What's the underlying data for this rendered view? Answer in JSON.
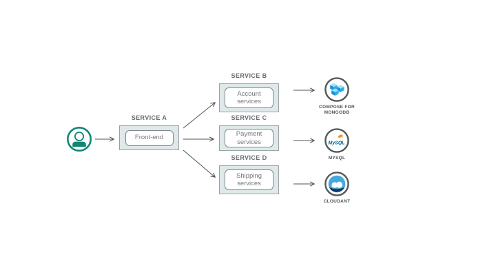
{
  "diagram_type": "microservices-architecture",
  "user": {
    "icon": "person-in-circle-icon",
    "accent_color": "#108775"
  },
  "services": [
    {
      "id": "service-a",
      "label": "SERVICE A",
      "component": "Front-end"
    },
    {
      "id": "service-b",
      "label": "SERVICE B",
      "component": "Account services"
    },
    {
      "id": "service-c",
      "label": "SERVICE C",
      "component": "Payment services"
    },
    {
      "id": "service-d",
      "label": "SERVICE D",
      "component": "Shipping services"
    }
  ],
  "databases": [
    {
      "id": "compose-for-mongodb",
      "label": "COMPOSE FOR MONGODB",
      "icon": "mongodb-isometric-cubes-icon",
      "logo_text": ""
    },
    {
      "id": "mysql",
      "label": "MYSQL",
      "icon": "mysql-dolphin-logo-icon",
      "logo_text": "MySQL"
    },
    {
      "id": "cloudant",
      "label": "CLOUDANT",
      "icon": "cloudant-cloud-sphere-icon",
      "logo_text": ""
    }
  ],
  "connections": [
    {
      "from": "user",
      "to": "service-a"
    },
    {
      "from": "service-a",
      "to": "service-b"
    },
    {
      "from": "service-a",
      "to": "service-c"
    },
    {
      "from": "service-a",
      "to": "service-d"
    },
    {
      "from": "service-b",
      "to": "compose-for-mongodb"
    },
    {
      "from": "service-c",
      "to": "mysql"
    },
    {
      "from": "service-d",
      "to": "cloudant"
    }
  ],
  "colors": {
    "background": "#ffffff",
    "service_box_fill": "#dfe9ea",
    "service_box_border": "#99a2a5",
    "inner_box_border": "#7f898c",
    "service_label_text": "#696e70",
    "component_text": "#75797b",
    "arrow": "#4c5153",
    "db_ring": "#54585a",
    "db_label_text": "#4f5456",
    "user_teal": "#108775",
    "mongodb_blue_top": "#a5def7",
    "mongodb_blue_left": "#1391d4",
    "mongodb_blue_right": "#2fadea",
    "mysql_blue": "#00678c",
    "mysql_orange": "#f0931f",
    "cloudant_blue": "#45a9de",
    "cloudant_navy": "#17375f"
  }
}
